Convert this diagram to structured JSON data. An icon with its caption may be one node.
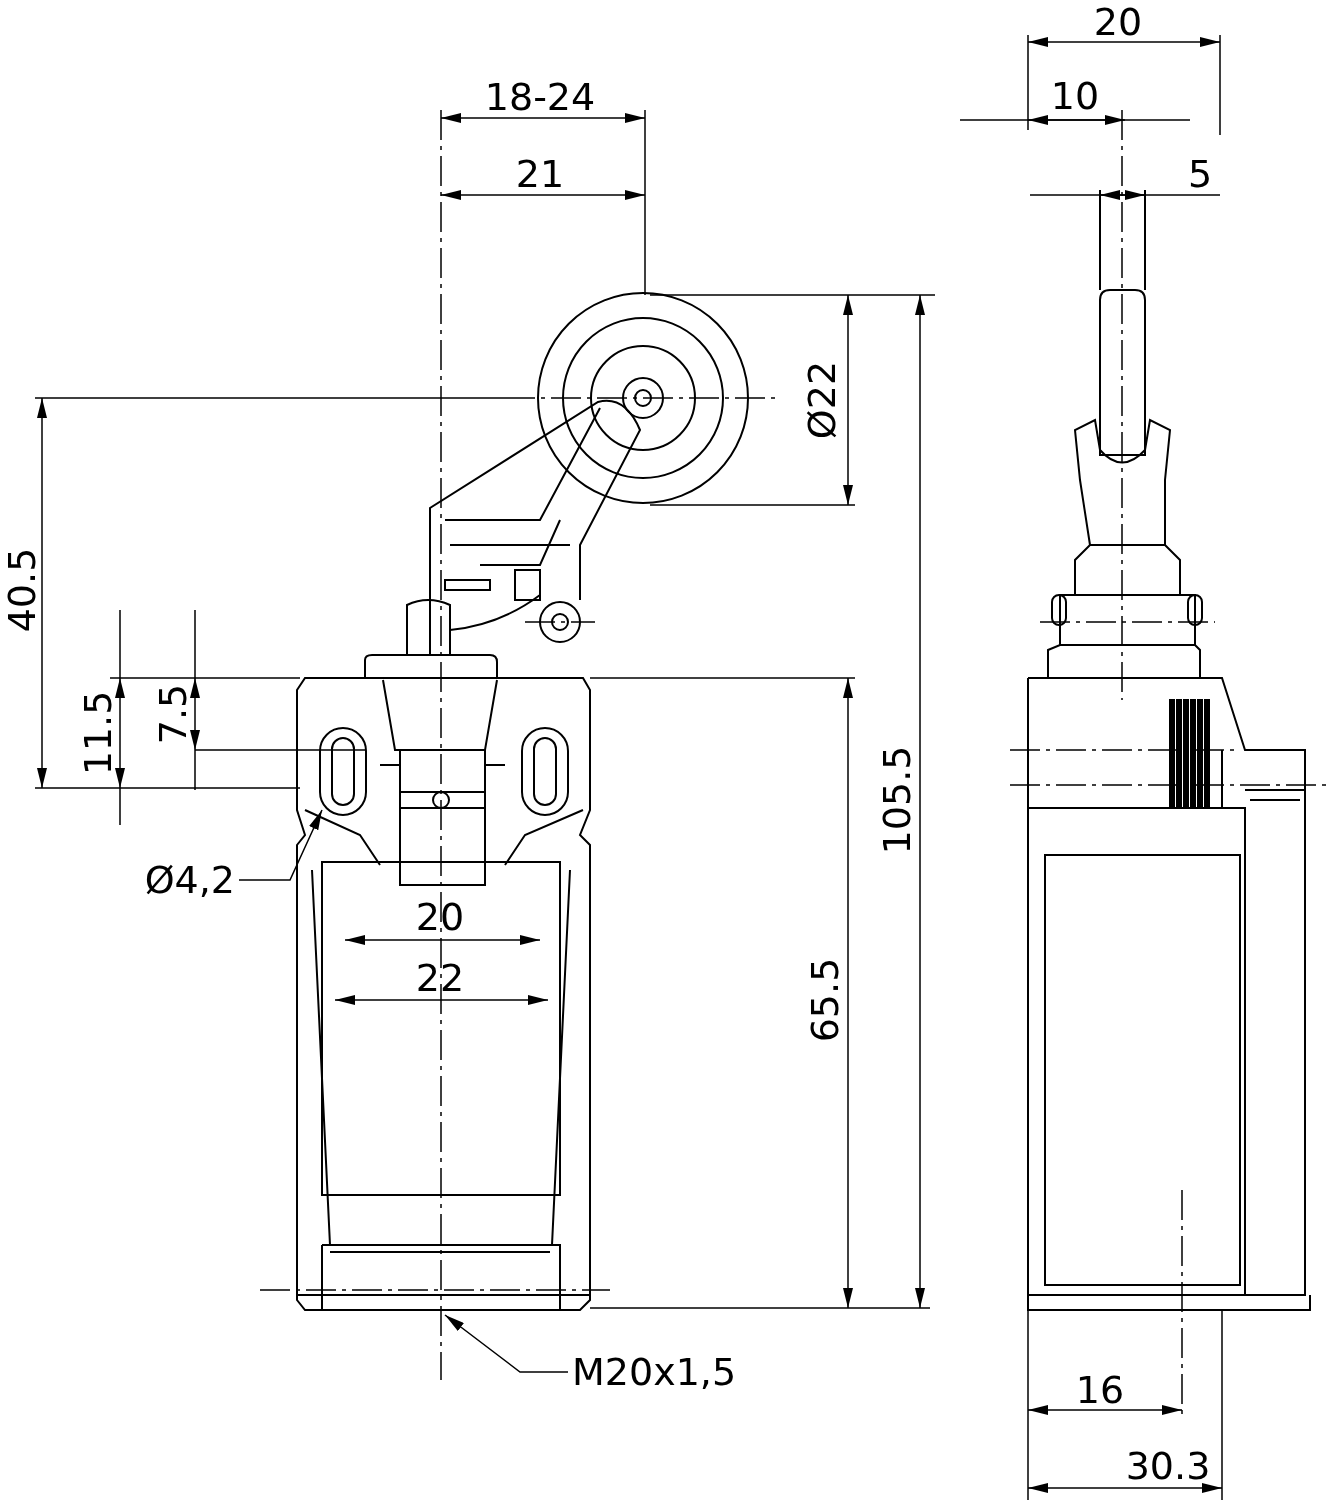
{
  "diagram": {
    "nodes": [
      {
        "text": [
          "Ø4,2"
        ]
      },
      {
        "text": [
          "M20x1,5"
        ]
      }
    ],
    "edges": [
      {
        "from": 0,
        "to": null,
        "arrow": "to"
      },
      {
        "from": 1,
        "to": null,
        "arrow": "to"
      }
    ],
    "labels": [
      "20",
      "10",
      "18-24",
      "5",
      "21",
      "Ø22",
      "40.5",
      "11.5",
      "7.5",
      "105.5",
      "20",
      "22",
      "65.5",
      "16",
      "30.3"
    ]
  }
}
